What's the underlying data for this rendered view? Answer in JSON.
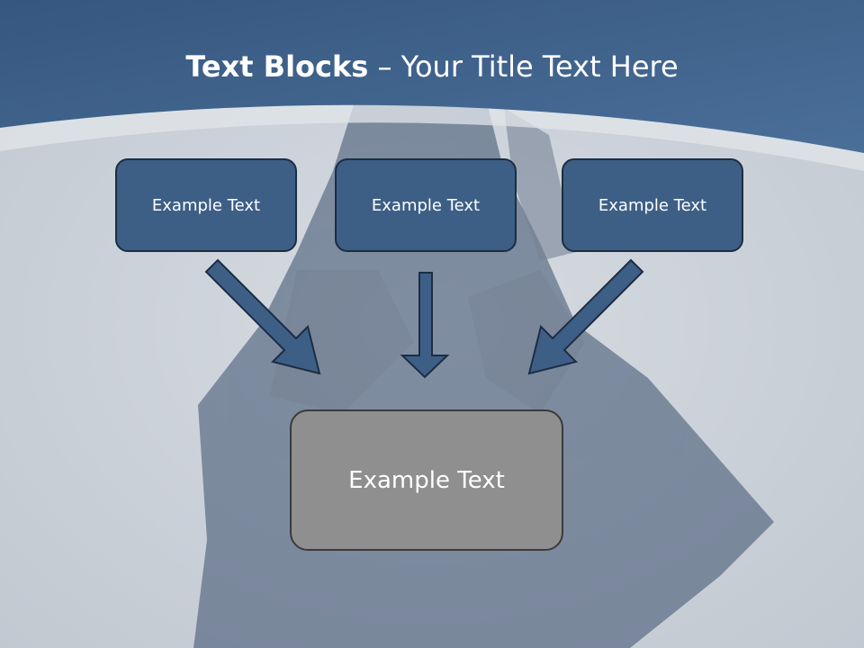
{
  "slide": {
    "title_bold": "Text Blocks",
    "title_dash": " – ",
    "title_rest": "Your Title Text Here",
    "top_boxes": [
      {
        "text": "Example Text"
      },
      {
        "text": "Example Text"
      },
      {
        "text": "Example Text"
      }
    ],
    "bottom_box": {
      "text": "Example Text"
    }
  },
  "colors": {
    "header_blue": "#3d6089",
    "box_blue": "#3d5f86",
    "box_gray": "#8f8f90",
    "arrow_fill": "#3d5f86",
    "arrow_stroke": "#1c2d44"
  }
}
